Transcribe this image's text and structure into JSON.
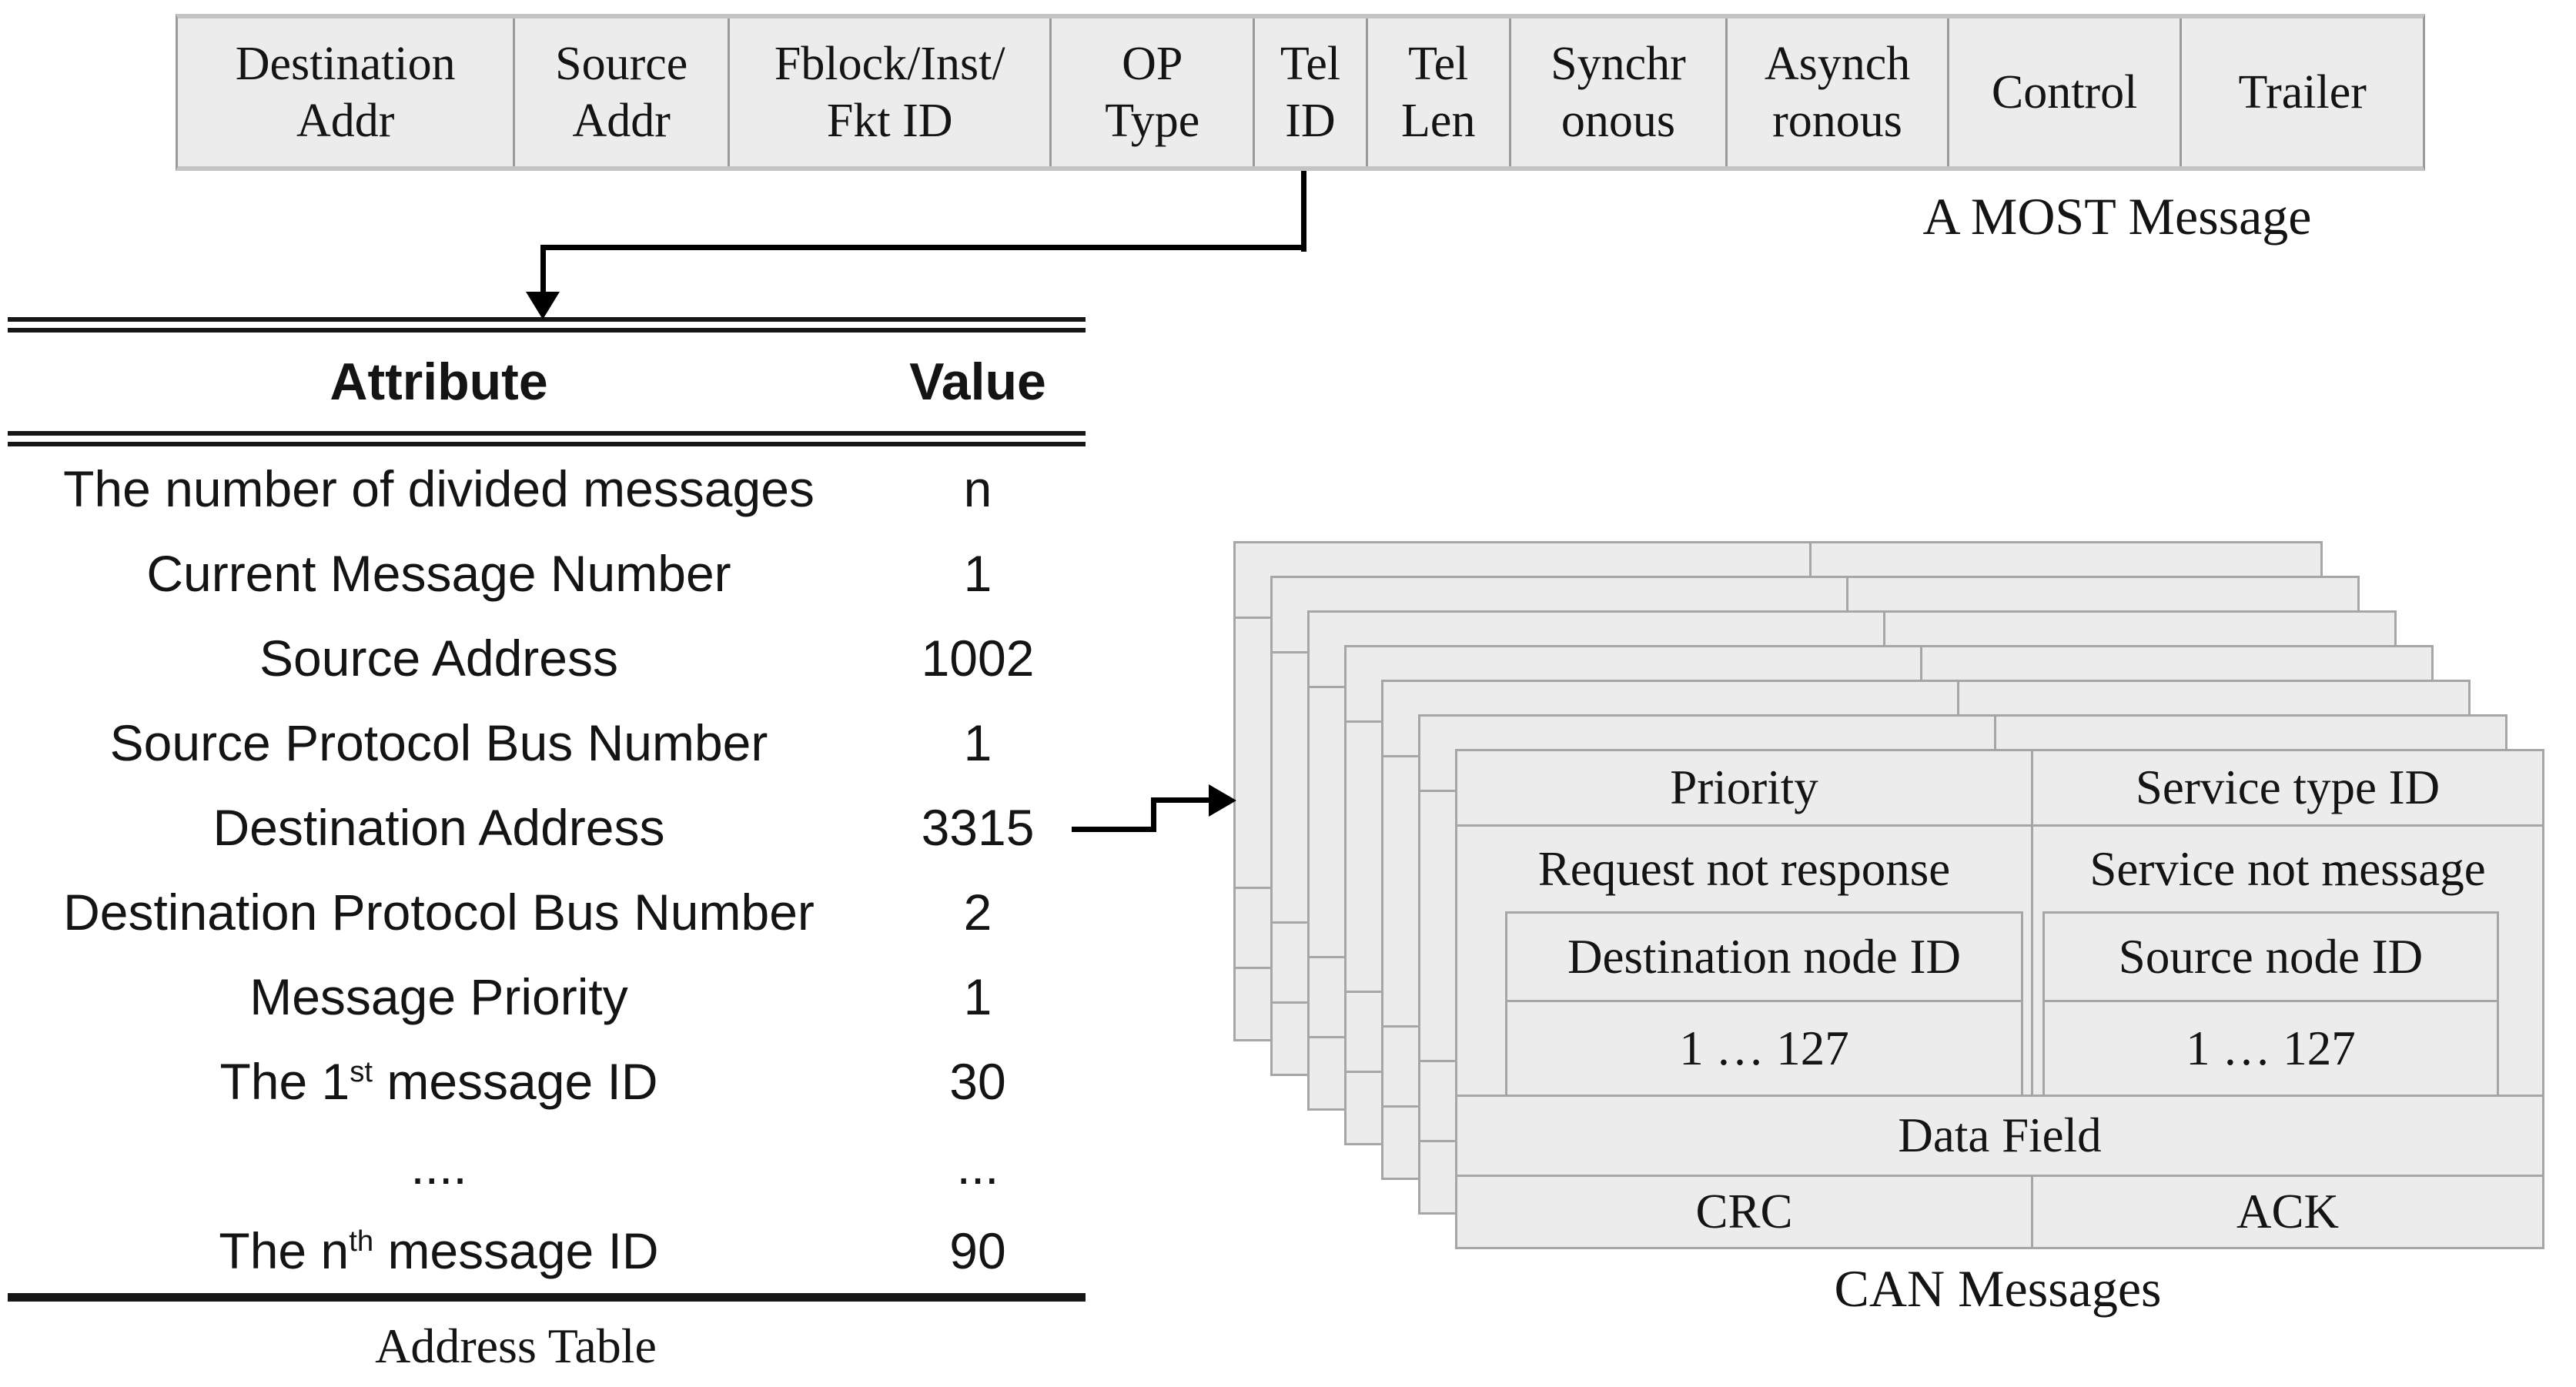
{
  "most_message": {
    "caption": "A MOST Message",
    "fields": [
      "Destination\nAddr",
      "Source\nAddr",
      "Fblock/Inst/\nFkt ID",
      "OP\nType",
      "Tel\nID",
      "Tel\nLen",
      "Synchr\nonous",
      "Asynch\nronous",
      "Control",
      "Trailer"
    ]
  },
  "address_table": {
    "caption": "Address Table",
    "headers": {
      "attribute": "Attribute",
      "value": "Value"
    },
    "rows": [
      {
        "attribute": "The number of divided messages",
        "sup": "",
        "attribute_after": "",
        "value": "n"
      },
      {
        "attribute": "Current Message Number",
        "sup": "",
        "attribute_after": "",
        "value": "1"
      },
      {
        "attribute": "Source Address",
        "sup": "",
        "attribute_after": "",
        "value": "1002"
      },
      {
        "attribute": "Source Protocol Bus Number",
        "sup": "",
        "attribute_after": "",
        "value": "1"
      },
      {
        "attribute": "Destination Address",
        "sup": "",
        "attribute_after": "",
        "value": "3315"
      },
      {
        "attribute": "Destination Protocol Bus Number",
        "sup": "",
        "attribute_after": "",
        "value": "2"
      },
      {
        "attribute": "Message Priority",
        "sup": "",
        "attribute_after": "",
        "value": "1"
      },
      {
        "attribute": "The 1",
        "sup": "st",
        "attribute_after": " message ID",
        "value": "30"
      },
      {
        "attribute": "....",
        "sup": "",
        "attribute_after": "",
        "value": "..."
      },
      {
        "attribute": "The n",
        "sup": "th",
        "attribute_after": " message ID",
        "value": "90"
      }
    ]
  },
  "can_messages": {
    "caption": "CAN Messages",
    "stack_count": 7,
    "front": {
      "priority": "Priority",
      "service_type_id": "Service type ID",
      "request_not_response": "Request not response",
      "service_not_message": "Service not message",
      "destination_node_id": "Destination node ID",
      "destination_node_range": "1 … 127",
      "source_node_id": "Source node ID",
      "source_node_range": "1 … 127",
      "data_field": "Data Field",
      "crc": "CRC",
      "ack": "ACK"
    }
  },
  "colors": {
    "background": "#ffffff",
    "cell_fill": "#ececec",
    "most_border": "#9a9a9a",
    "card_border": "#a6a6a6",
    "rule": "#161616",
    "text": "#141414"
  }
}
